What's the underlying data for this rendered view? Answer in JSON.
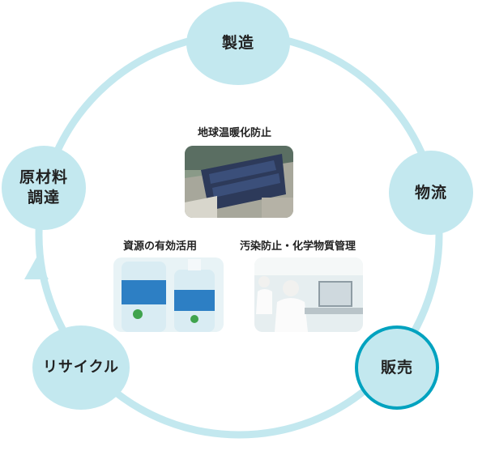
{
  "cycle": {
    "nodes": [
      {
        "id": "manufacturing",
        "label": "製造"
      },
      {
        "id": "logistics",
        "label": "物流"
      },
      {
        "id": "sales",
        "label": "販売"
      },
      {
        "id": "recycle",
        "label": "リサイクル"
      },
      {
        "id": "raw-materials",
        "label": "原材料\n調達"
      }
    ],
    "colors": {
      "ring": "#c3e8ef",
      "node_fill": "#c3e8ef",
      "highlight_border": "#00a2bf",
      "text": "#222222"
    }
  },
  "themes": [
    {
      "id": "global-warming",
      "caption": "地球温暖化防止",
      "photo": "solar-factory-roof-photo"
    },
    {
      "id": "resources",
      "caption": "資源の有効活用",
      "photo": "water-bottles-photo"
    },
    {
      "id": "pollution",
      "caption": "汚染防止・化学物質管理",
      "photo": "laboratory-workers-photo"
    }
  ]
}
